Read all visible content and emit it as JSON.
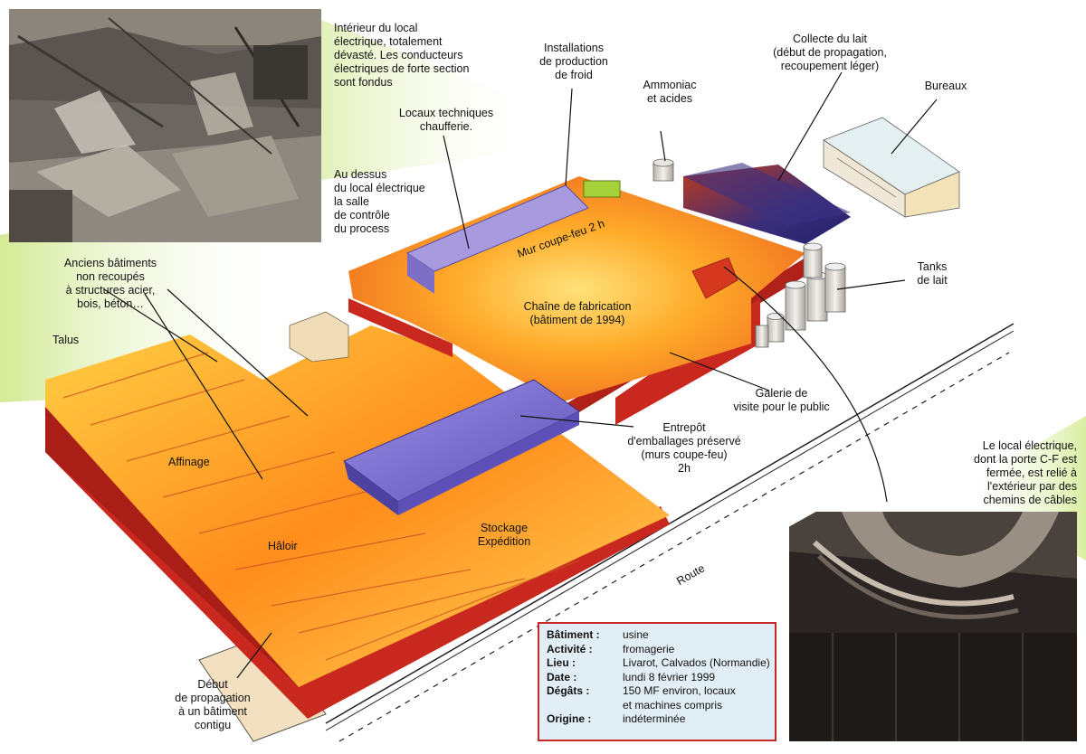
{
  "labels": {
    "interieur": "Intérieur du local\nélectrique, totalement\ndévasté. Les conducteurs\nélectriques de forte section\nsont fondus",
    "installations_froid": "Installations\nde production\nde froid",
    "collecte_lait": "Collecte du lait\n(début de propagation,\nrecoupement léger)",
    "bureaux": "Bureaux",
    "ammoniac": "Ammoniac\net acides",
    "locaux_techniques": "Locaux techniques\nchaufferie.",
    "au_dessus": "Au dessus\ndu local électrique\nla salle\nde contrôle\ndu process",
    "mur_coupe_feu": "Mur coupe-feu 2 h",
    "anciens_batiments": "Anciens bâtiments\nnon recoupés\nà structures acier,\nbois, béton…",
    "talus": "Talus",
    "tanks": "Tanks\nde lait",
    "chaine": "Chaîne de fabrication\n(bâtiment de 1994)",
    "galerie": "Galerie de\nvisite pour le public",
    "affinage": "Affinage",
    "entrepot": "Entrepôt\nd'emballages préservé\n(murs coupe-feu)\n2h",
    "haloir": "Hâloir",
    "stockage": "Stockage\nExpédition",
    "route": "Route",
    "local_electrique": "Le local électrique,\ndont la porte C-F est\nfermée, est relié à\nl'extérieur par des\nchemins de câbles",
    "debut_propagation": "Début\nde propagation\nà un bâtiment\ncontigu"
  },
  "info_box": {
    "rows": [
      {
        "key": "Bâtiment :",
        "value": "usine"
      },
      {
        "key": "Activité :",
        "value": "fromagerie"
      },
      {
        "key": "Lieu :",
        "value": "Livarot, Calvados (Normandie)"
      },
      {
        "key": "Date :",
        "value": "lundi 8 février 1999"
      },
      {
        "key": "Dégâts :",
        "value": "150 MF environ, locaux\net machines compris"
      },
      {
        "key": "Origine :",
        "value": "indéterminée"
      }
    ]
  },
  "colors": {
    "fire_light": "#ffd24a",
    "fire_mid": "#ff9a1a",
    "fire_dark": "#e8531c",
    "wall_red": "#c8281e",
    "warehouse_blue": "#7a6fd0",
    "green_glow": "#d7ef9a",
    "info_bg": "#e2eef6",
    "info_border": "#c62828"
  }
}
